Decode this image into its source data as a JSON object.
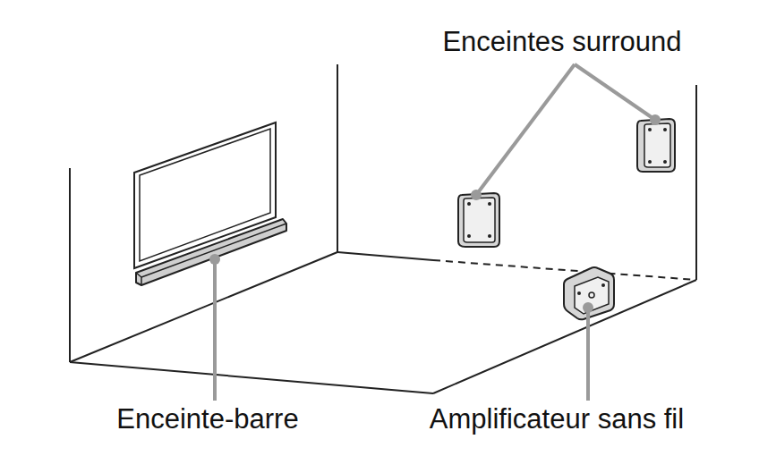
{
  "diagram": {
    "labels": [
      "Enceintes surround",
      "Enceinte-barre",
      "Amplificateur sans fil"
    ]
  }
}
